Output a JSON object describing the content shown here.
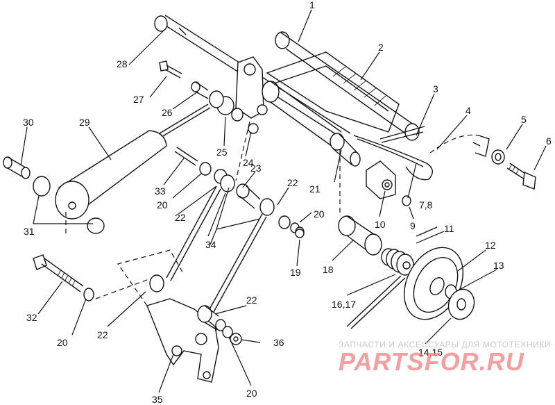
{
  "diagram": {
    "labels": {
      "l1": "1",
      "l2": "2",
      "l3": "3",
      "l4": "4",
      "l5": "5",
      "l6": "6",
      "l7_8": "7,8",
      "l9": "9",
      "l10": "10",
      "l11": "11",
      "l12": "12",
      "l13": "13",
      "l14_15": "14,15",
      "l16_17": "16,17",
      "l18": "18",
      "l19": "19",
      "l20a": "20",
      "l20b": "20",
      "l20c": "20",
      "l20d": "20",
      "l21": "21",
      "l22a": "22",
      "l22b": "22",
      "l22c": "22",
      "l22d": "22",
      "l23": "23",
      "l24": "24",
      "l25": "25",
      "l26": "26",
      "l27": "27",
      "l28": "28",
      "l29": "29",
      "l30": "30",
      "l31": "31",
      "l32": "32",
      "l33": "33",
      "l34": "34",
      "l35": "35",
      "l36": "36"
    }
  },
  "watermark": {
    "caption": "ЗАПЧАСТИ И АКСЕССУАРЫ ДЛЯ МОТОТЕХНИКИ",
    "logo": "PARTSFOR.RU",
    "color": "#f08080"
  }
}
